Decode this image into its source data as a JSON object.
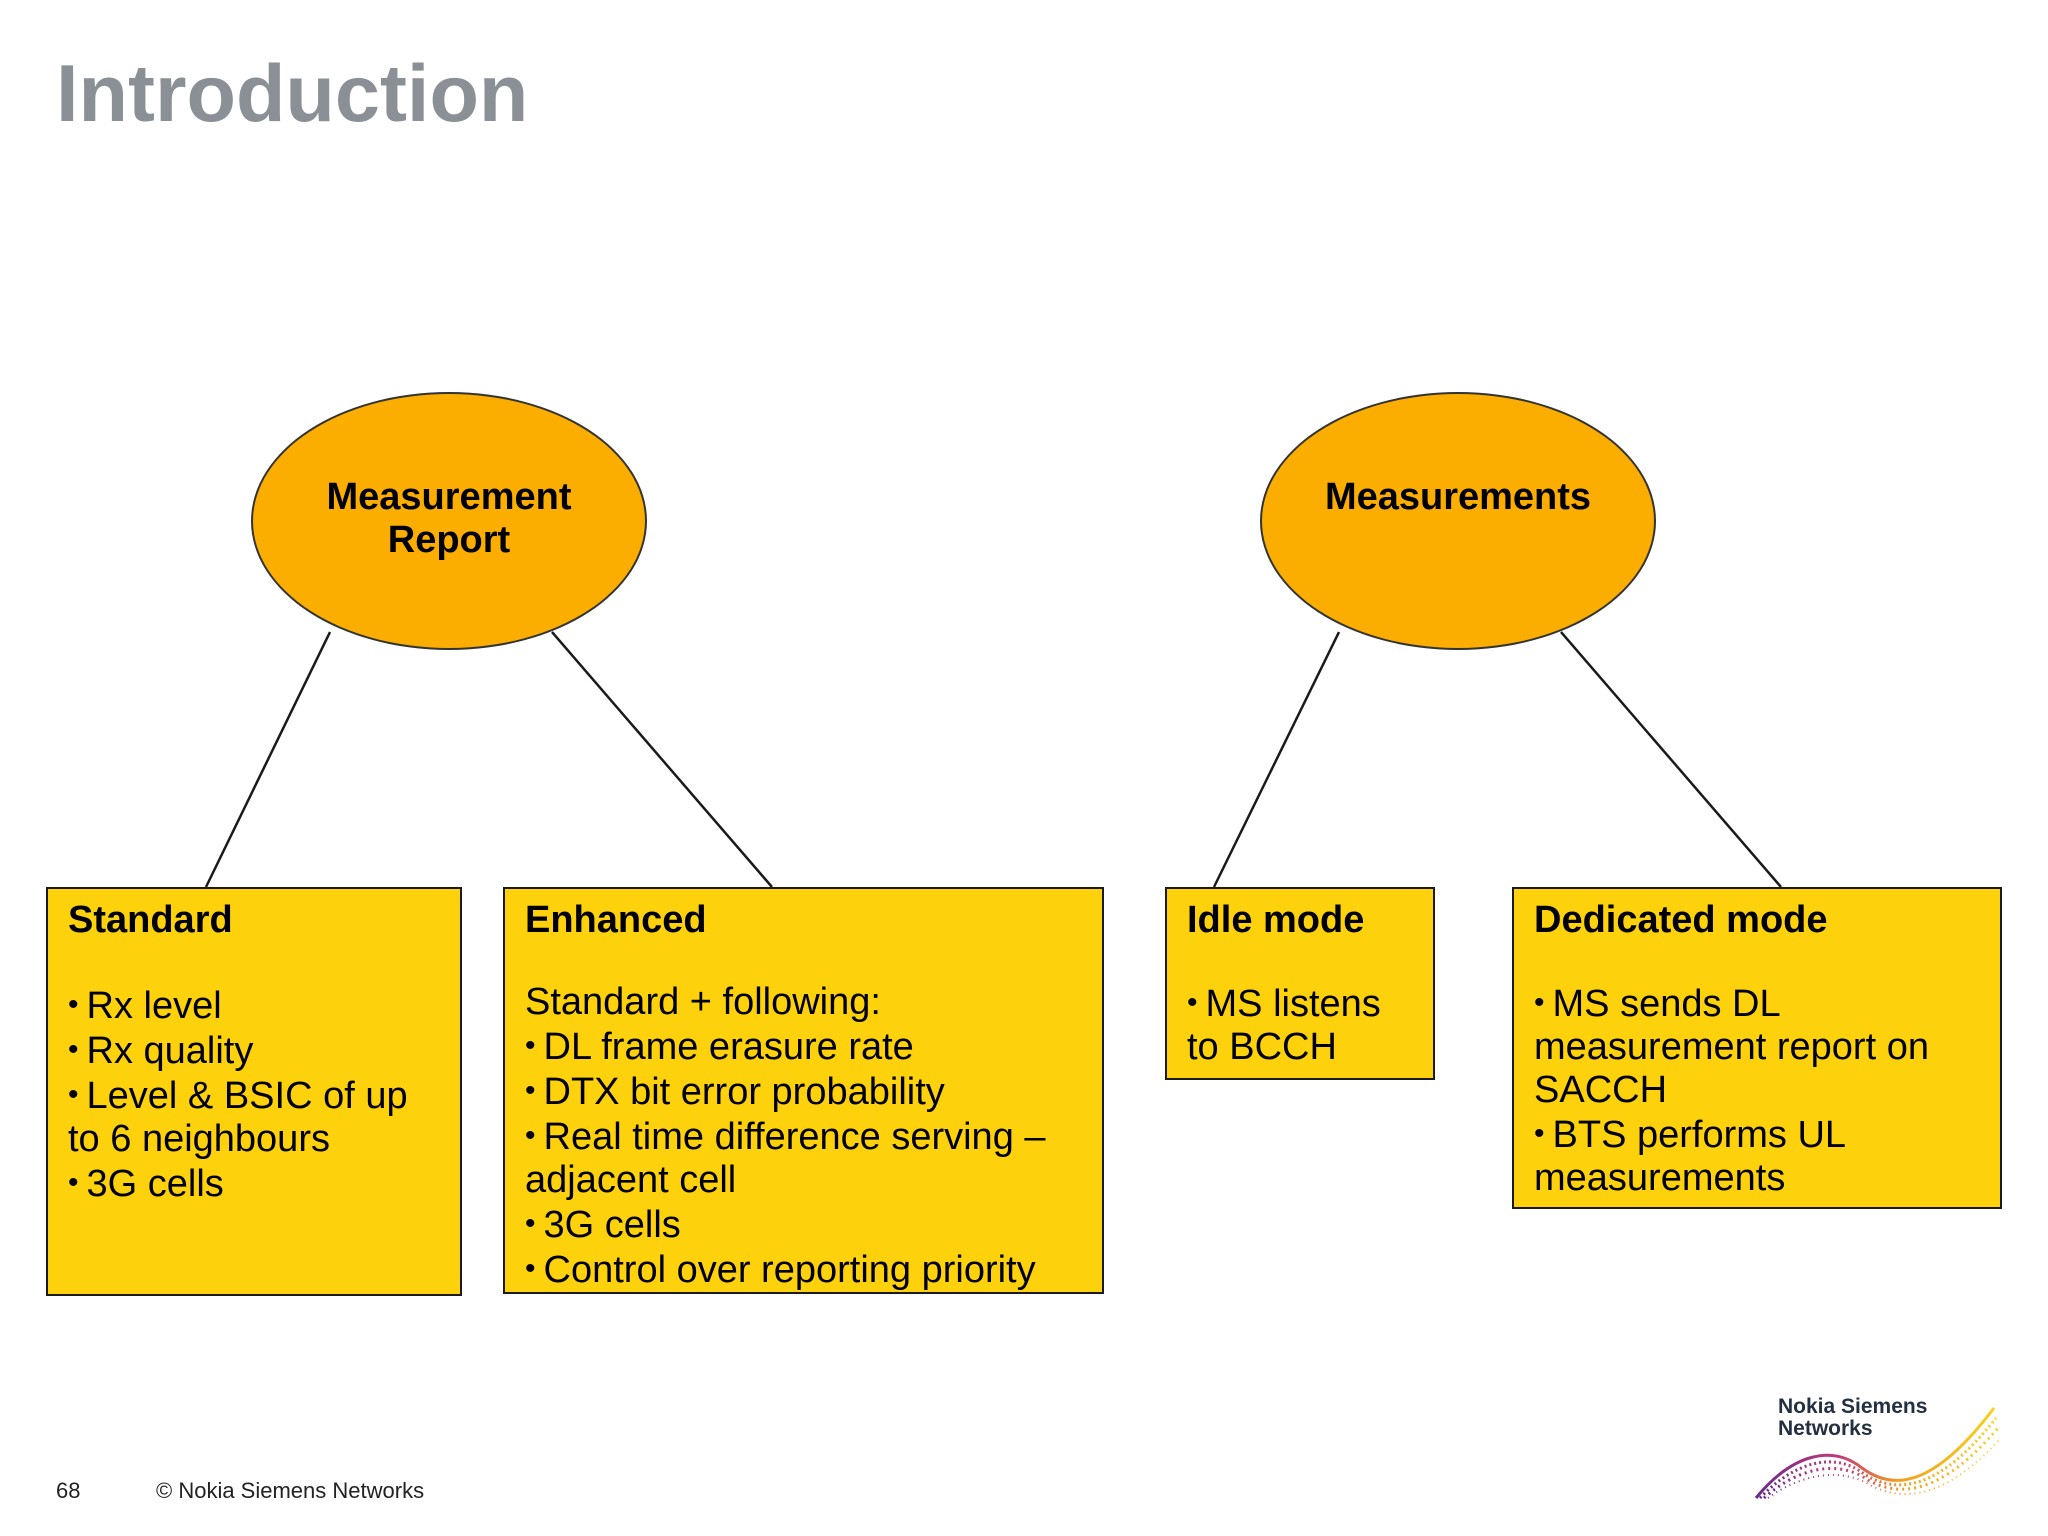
{
  "title": "Introduction",
  "nodes": {
    "measurement_report": "Measurement\nReport",
    "measurements": "Measurements"
  },
  "boxes": {
    "standard": {
      "title": "Standard",
      "items": [
        "Rx level",
        "Rx quality",
        "Level & BSIC of up to 6 neighbours",
        "3G cells"
      ]
    },
    "enhanced": {
      "title": "Enhanced",
      "intro": "Standard + following:",
      "items": [
        "DL frame erasure rate",
        "DTX bit error probability",
        "Real time difference serving – adjacent cell",
        "3G cells",
        "Control over reporting priority"
      ]
    },
    "idle": {
      "title": "Idle mode",
      "items": [
        "MS listens to BCCH"
      ]
    },
    "dedicated": {
      "title": "Dedicated mode",
      "items": [
        "MS sends DL measurement report on SACCH",
        "BTS performs UL measurements"
      ]
    }
  },
  "footer": {
    "page_number": "68",
    "copyright": "© Nokia Siemens Networks"
  },
  "logo": {
    "text": "Nokia Siemens\nNetworks"
  },
  "colors": {
    "ellipse_fill": "#fbae00",
    "box_fill": "#fdd10c",
    "title_gray": "#8a9096"
  },
  "icons": {
    "bullet": "•"
  }
}
